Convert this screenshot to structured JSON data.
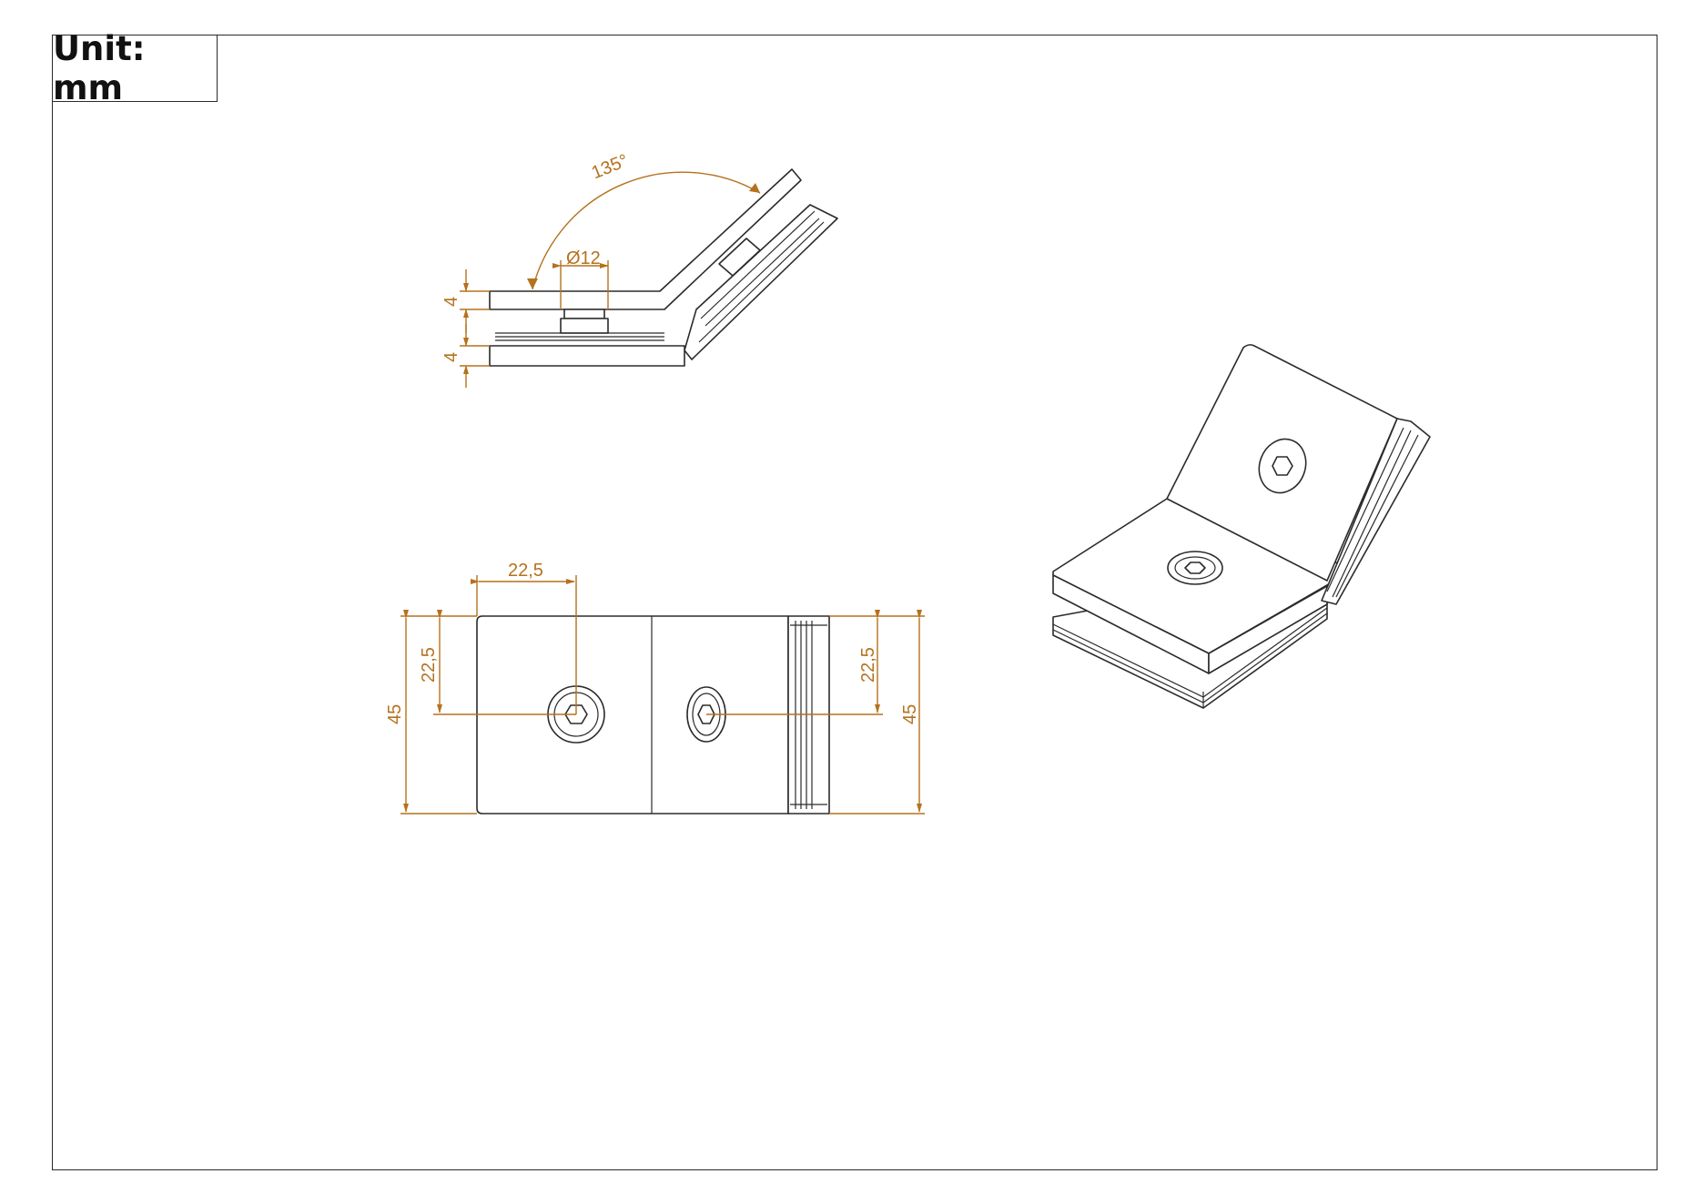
{
  "sheet": {
    "unit_label": "Unit: mm"
  },
  "dimensions": {
    "angle": "135°",
    "hole_diameter": "Ø12",
    "upper_plate_thickness": "4",
    "lower_plate_thickness": "4",
    "hole_offset_horizontal": "22,5",
    "hole_offset_vertical_left": "22,5",
    "hole_offset_vertical_right": "22,5",
    "height_left": "45",
    "height_right": "45"
  },
  "colors": {
    "line": "#2b2b2b",
    "dimension": "#b5711d",
    "background": "#ffffff"
  }
}
